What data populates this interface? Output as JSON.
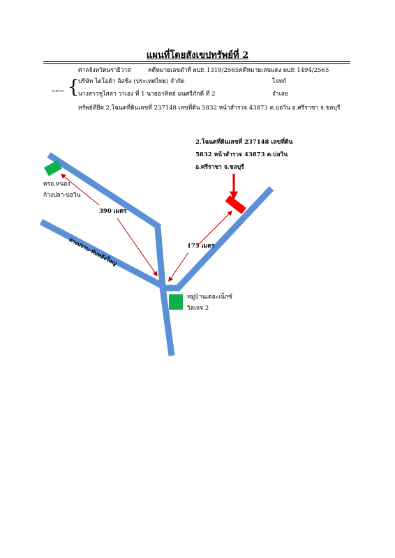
{
  "document": {
    "title": "แผนที่โดยสังเขปทรัพย์ที่ 2",
    "court": "ศาลจังหวัดนราธิวาส",
    "black_case": "คดีหมายเลขดำที่ ผบE 1319/2565",
    "red_case": "คดีหมายเลขแดง ผบE 1494/2565",
    "between_label": "ระหว่าง",
    "plaintiff": "บริษัท ไดโอด้า ลิสซิ่ง (ประเทศไทย) จำกัด",
    "plaintiff_role": "โจทก์",
    "defendant": "นางสาวชูไสลา วาเอง ที่ 1 นายอาทิตย์ มนศรีภักดี ที่ 2",
    "defendant_role": "จำเลย",
    "seized_property": "ทรัพย์ที่ยึด  2.โฉนดที่ดินเลขที่ 237148 เลขที่ดิน 5832 หน้าสำรวจ 43873 ต.บ่อวิน อ.ศรีราชา จ.ชลบุรี"
  },
  "map": {
    "target_label_lines": [
      "2.โฉนดที่ดินเลขที่ 237148 เลขที่ดิน",
      "5832 หน้าสำรวจ 43873 ต.บ่อวิน",
      "อ.ศรีราชา จ.ชลบุรี"
    ],
    "landmark_1_lines": [
      "ตรอ.หนอง",
      "ก้างปลา-บ่อวิน"
    ],
    "landmark_2_lines": [
      "หมู่บ้านเดอะเน็กซ์",
      "วิลเลจ 2"
    ],
    "road_name": "ทางปราบ-ทับหลังใหญ่",
    "distance_1": "390 เมตร",
    "distance_2": "175 เมตร",
    "colors": {
      "road": "#5b8fd6",
      "landmark": "#0db04b",
      "target": "#ff0000",
      "arrow": "#c00000"
    }
  }
}
